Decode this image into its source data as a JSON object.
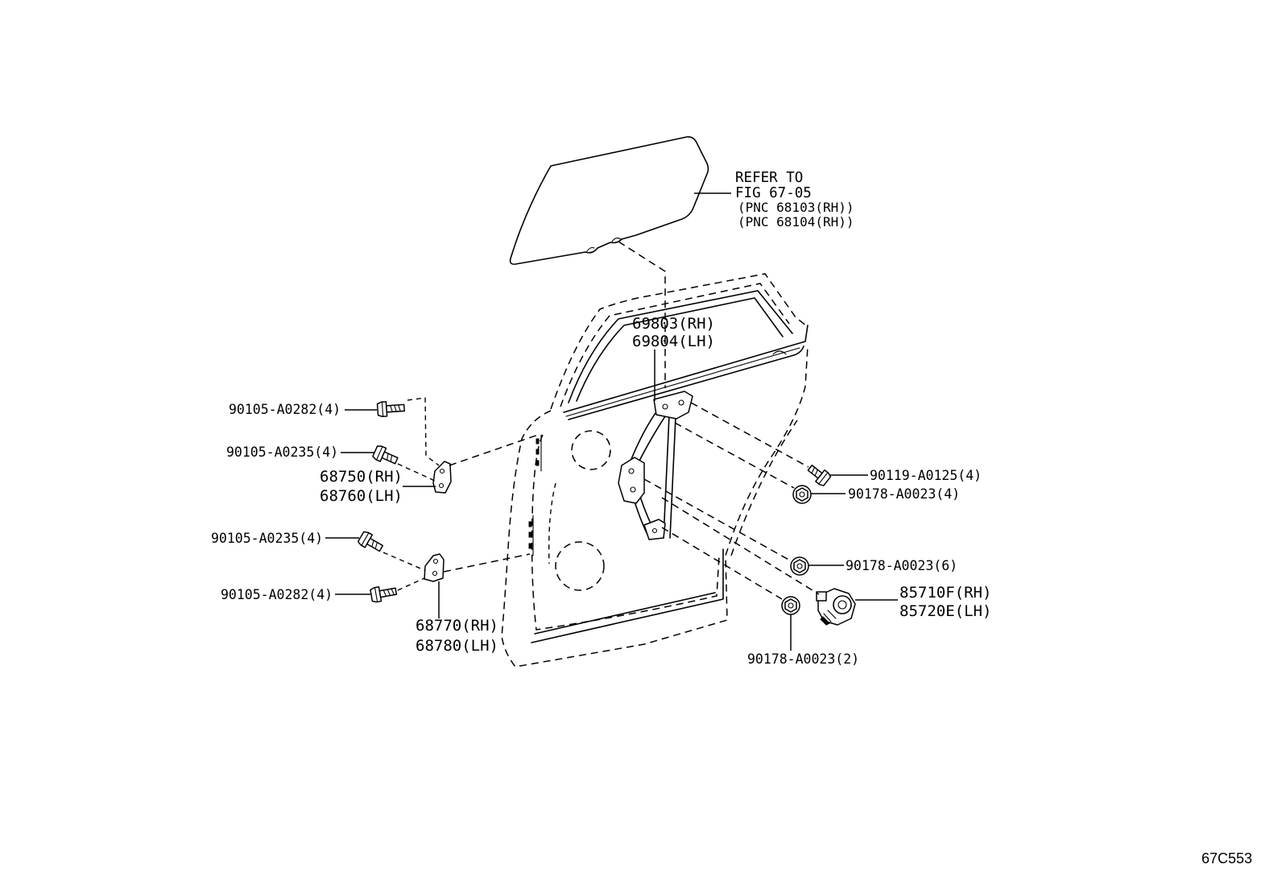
{
  "figure_id": "67C553",
  "colors": {
    "line": "#000000",
    "background": "#ffffff"
  },
  "glass_reference": {
    "line1": "REFER TO",
    "line2": "FIG 67-05",
    "pnc_1": "(PNC 68103(RH))",
    "pnc_2": "(PNC 68104(RH))"
  },
  "parts": {
    "regulator": {
      "rh": "69803(RH)",
      "lh": "69804(LH)"
    },
    "upper_hinge": {
      "rh": "68750(RH)",
      "lh": "68760(LH)"
    },
    "lower_hinge": {
      "rh": "68770(RH)",
      "lh": "68780(LH)"
    },
    "motor": {
      "rh": "85710F(RH)",
      "lh": "85720E(LH)"
    },
    "upper_hinge_bolt_top": "90105-A0282(4)",
    "upper_hinge_bolt_side": "90105-A0235(4)",
    "lower_hinge_bolt_top": "90105-A0235(4)",
    "lower_hinge_bolt_bottom": "90105-A0282(4)",
    "regulator_bolt": "90119-A0125(4)",
    "regulator_nut": "90178-A0023(4)",
    "regulator_nut_lower": "90178-A0023(6)",
    "motor_nut": "90178-A0023(2)"
  }
}
